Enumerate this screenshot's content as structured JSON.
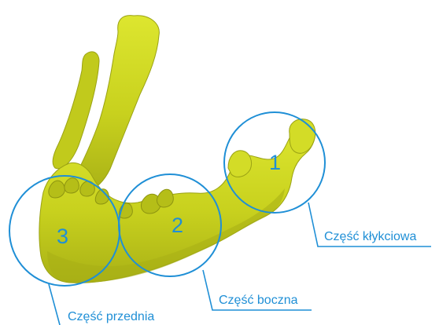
{
  "diagram": {
    "colors": {
      "bone": "#cdd621",
      "bone_shadow": "#8d9411",
      "accent": "#1f8fd6"
    },
    "regions": [
      {
        "number": "1",
        "label": "Część kłykciowa"
      },
      {
        "number": "2",
        "label": "Część boczna"
      },
      {
        "number": "3",
        "label": "Część przednia"
      }
    ]
  }
}
